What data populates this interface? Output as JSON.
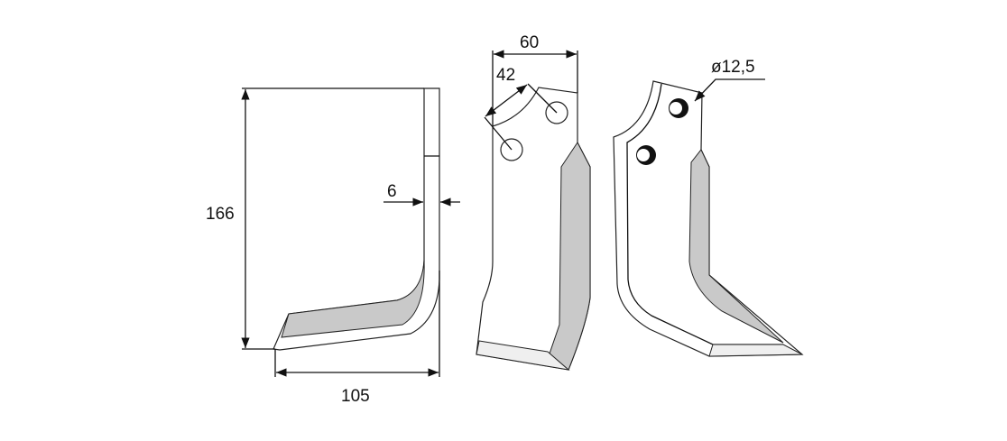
{
  "drawing": {
    "side_view": {
      "height_label": "166",
      "thickness_label": "6",
      "width_label": "105"
    },
    "front_view": {
      "width_label": "60",
      "hole_spacing_label": "42"
    },
    "back_view": {
      "hole_diameter_label": "ø12,5"
    },
    "colors": {
      "line": "#111111",
      "bevel": "#c9c9c9"
    }
  }
}
